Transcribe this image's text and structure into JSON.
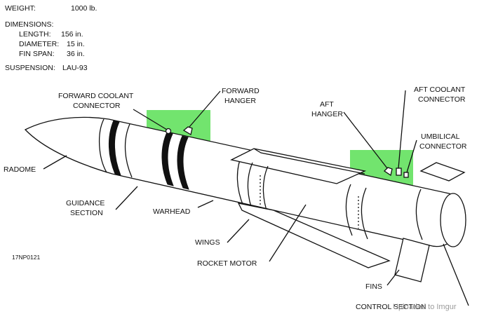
{
  "specs": {
    "weight": {
      "label": "WEIGHT:",
      "value": "1000 lb."
    },
    "dimensions": {
      "label": "DIMENSIONS:"
    },
    "length": {
      "label": "LENGTH:",
      "value": "156 in."
    },
    "diameter": {
      "label": "DIAMETER:",
      "value": "15 in."
    },
    "fin_span": {
      "label": "FIN SPAN:",
      "value": "36 in."
    },
    "suspension": {
      "label": "SUSPENSION:",
      "value": "LAU-93"
    }
  },
  "figure_id": "17NP0121",
  "labels": {
    "forward_coolant_1": "FORWARD COOLANT",
    "forward_coolant_2": "CONNECTOR",
    "forward_hanger_1": "FORWARD",
    "forward_hanger_2": "HANGER",
    "aft_hanger_1": "AFT",
    "aft_hanger_2": "HANGER",
    "aft_coolant_1": "AFT COOLANT",
    "aft_coolant_2": "CONNECTOR",
    "umbilical_1": "UMBILICAL",
    "umbilical_2": "CONNECTOR",
    "radome": "RADOME",
    "guidance_1": "GUIDANCE",
    "guidance_2": "SECTION",
    "warhead": "WARHEAD",
    "wings": "WINGS",
    "rocket_motor": "ROCKET MOTOR",
    "fins": "FINS",
    "control": "CONTROL SECTION",
    "watermark": "Uploaded to Imgur"
  },
  "colors": {
    "highlight": "#5ee05a",
    "ink": "#111111",
    "background": "#ffffff"
  }
}
